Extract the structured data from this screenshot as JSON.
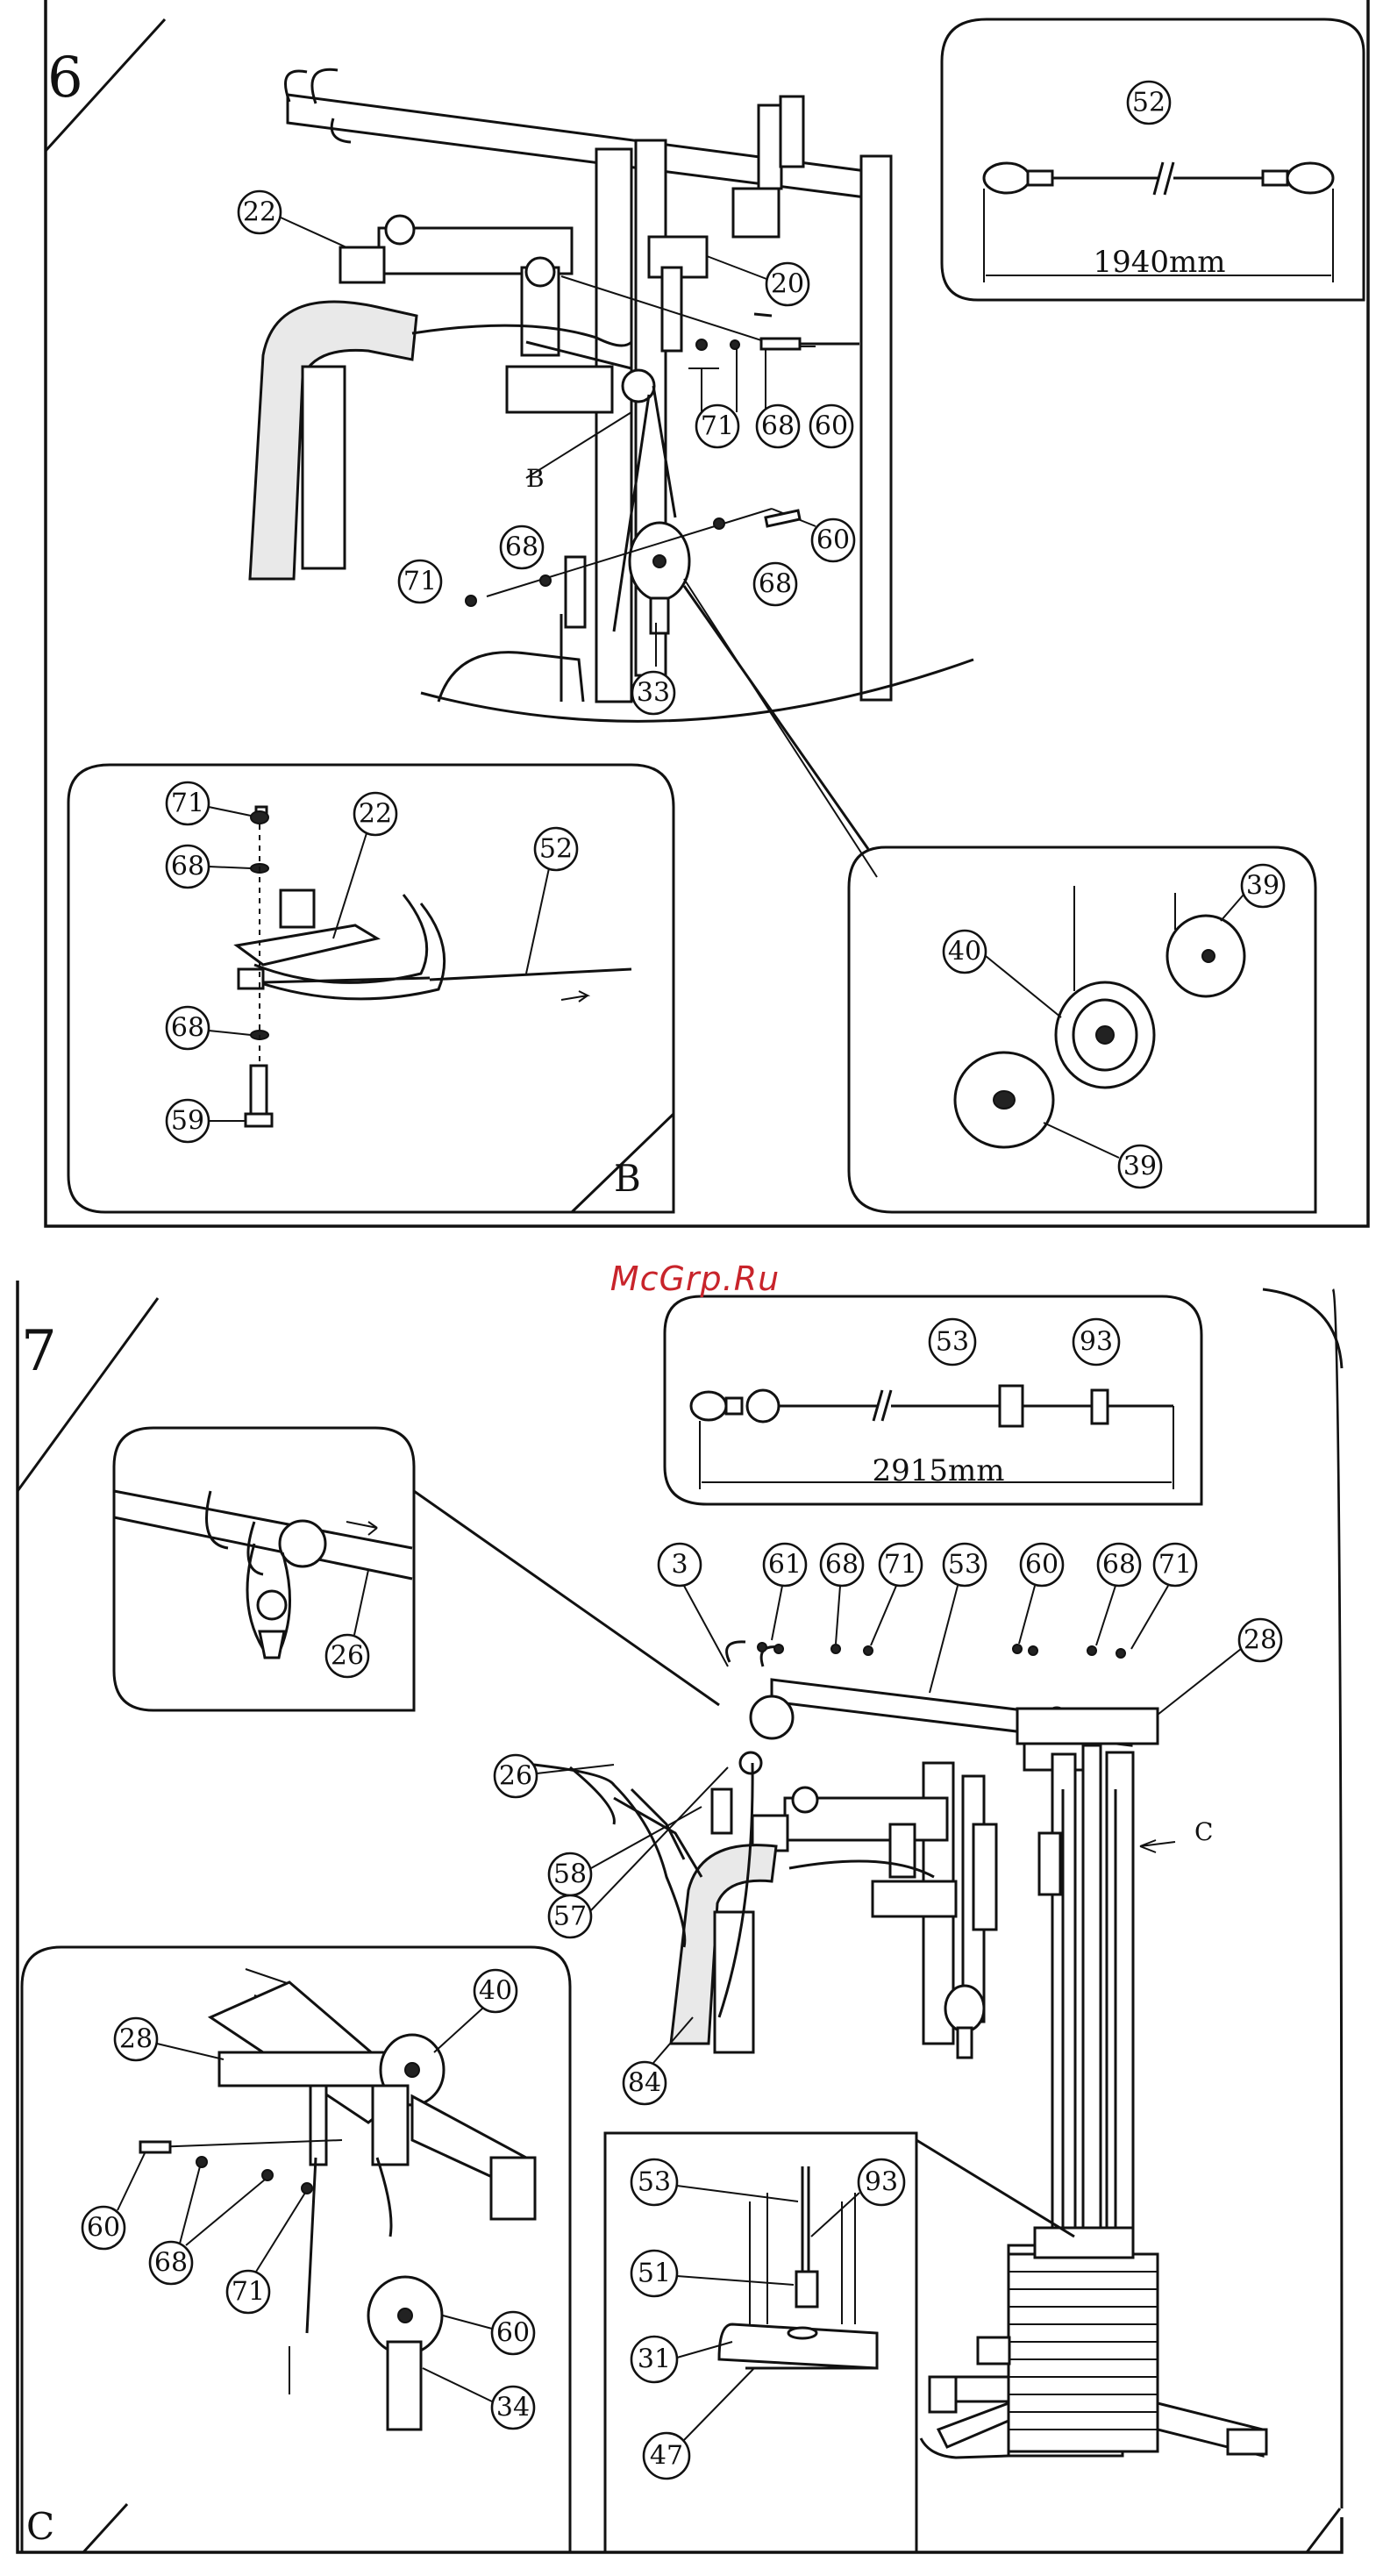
{
  "step6": {
    "number": "6",
    "inset_cable_label": "52",
    "inset_cable_length": "1940mm",
    "detail_b_letter": "B",
    "b_pointer_text": "B",
    "main_labels": [
      "22",
      "20",
      "71",
      "68",
      "60",
      "71",
      "68",
      "68",
      "60",
      "33"
    ],
    "detail_b_labels": [
      "71",
      "68",
      "22",
      "52",
      "68",
      "59"
    ],
    "pulley_detail_labels": [
      "40",
      "39",
      "39"
    ]
  },
  "watermark": "McGrp.Ru",
  "step7": {
    "number": "7",
    "inset_cable_labels": [
      "53",
      "93"
    ],
    "inset_cable_length": "2915mm",
    "detail_c_letter": "C",
    "c_pointer_text": "C",
    "main_labels": [
      "3",
      "61",
      "68",
      "71",
      "53",
      "60",
      "68",
      "71",
      "28",
      "26",
      "58",
      "57",
      "84"
    ],
    "upper_detail_labels": [
      "26"
    ],
    "detail_c_labels": [
      "40",
      "28",
      "60",
      "68",
      "71",
      "60",
      "34"
    ],
    "weight_detail_labels": [
      "53",
      "93",
      "51",
      "31",
      "47"
    ]
  }
}
